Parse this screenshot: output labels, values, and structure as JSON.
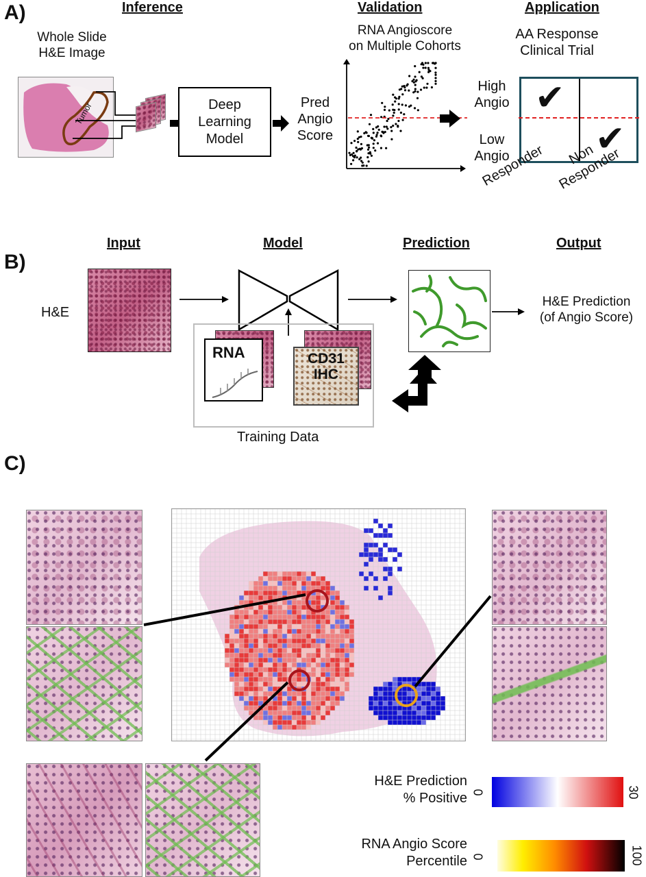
{
  "panels": {
    "a": "A)",
    "b": "B)",
    "c": "C)"
  },
  "panel_a": {
    "headings": {
      "inference": "Inference",
      "validation": "Validation",
      "application": "Application"
    },
    "wsi_label": [
      "Whole Slide",
      "H&E Image"
    ],
    "tumor_label": "Tumor",
    "model_label": [
      "Deep",
      "Learning",
      "Model"
    ],
    "pred_label": [
      "Pred",
      "Angio",
      "Score"
    ],
    "scatter_title": [
      "RNA Angioscore",
      "on Multiple Cohorts"
    ],
    "trial_title": [
      "AA Response",
      "Clinical Trial"
    ],
    "row_labels": {
      "high": [
        "High",
        "Angio"
      ],
      "low": [
        "Low",
        "Angio"
      ]
    },
    "col_labels": {
      "responder": "Responder",
      "non_responder": [
        "Non",
        "Responder"
      ]
    },
    "check_glyph": "✔",
    "colors": {
      "dashed_line": "#e02020",
      "trial_box": "#1d4e5c",
      "tumor_outline": "#7a3b12"
    }
  },
  "panel_b": {
    "headings": {
      "input": "Input",
      "model": "Model",
      "prediction": "Prediction",
      "output": "Output"
    },
    "input_label": "H&E",
    "training": {
      "rna": "RNA",
      "ihc": [
        "CD31",
        "IHC"
      ],
      "caption": "Training Data"
    },
    "output_label": [
      "H&E Prediction",
      "(of Angio Score)"
    ],
    "colors": {
      "prediction_green": "#3f9a2c"
    }
  },
  "panel_c": {
    "legend_he": {
      "label": [
        "H&E Prediction",
        "% Positive"
      ],
      "min": "0",
      "max": "30"
    },
    "legend_rna": {
      "label": [
        "RNA Angio Score",
        "Percentile"
      ],
      "min": "0",
      "max": "100"
    },
    "colors": {
      "circle_high": "#a8141c",
      "circle_low": "#e8a21c",
      "heat_blue": "#1010d0",
      "heat_red": "#e01010"
    }
  }
}
